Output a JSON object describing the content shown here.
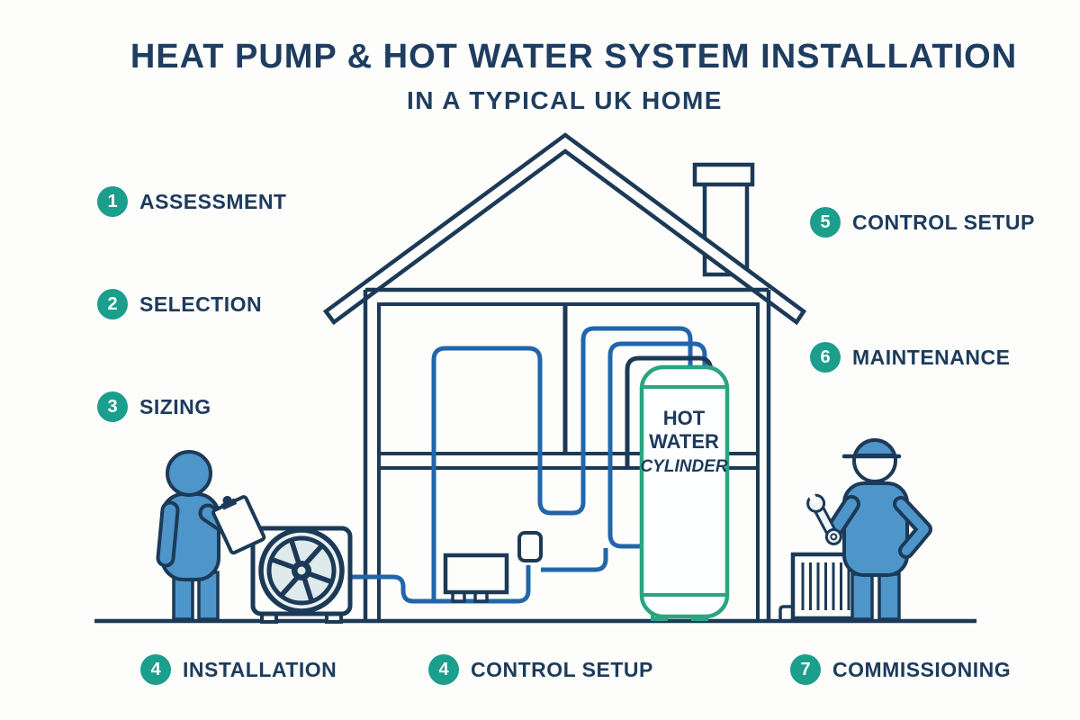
{
  "title": "HEAT PUMP & HOT WATER SYSTEM INSTALLATION",
  "subtitle": "IN A TYPICAL UK HOME",
  "colors": {
    "navy": "#1d3a5a",
    "teal_badge": "#1b9e8c",
    "cylinder_green": "#2aa57f",
    "pipe_blue": "#2166ab",
    "person_blue": "#4e95ca"
  },
  "steps_left": [
    {
      "num": "1",
      "label": "ASSESSMENT"
    },
    {
      "num": "2",
      "label": "SELECTION"
    },
    {
      "num": "3",
      "label": "SIZING"
    }
  ],
  "steps_right": [
    {
      "num": "5",
      "label": "CONTROL SETUP"
    },
    {
      "num": "6",
      "label": "MAINTENANCE"
    }
  ],
  "steps_bottom": [
    {
      "num": "4",
      "label": "INSTALLATION"
    },
    {
      "num": "4",
      "label": "CONTROL SETUP"
    },
    {
      "num": "7",
      "label": "COMMISSIONING"
    }
  ],
  "cylinder": {
    "line1": "HOT",
    "line2": "WATER",
    "line3": "CYLINDER"
  }
}
